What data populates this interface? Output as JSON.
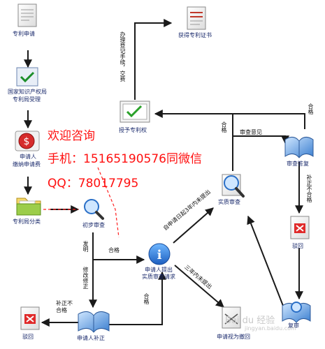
{
  "nodes": {
    "apply": "专利申请",
    "accept_line1": "国家知识产权局",
    "accept_line2": "专利局受理",
    "fee_line1": "申请人",
    "fee_line2": "缴纳申请费",
    "classify": "专利局分类",
    "prelim": "初步审查",
    "reject_left": "驳回",
    "supplement": "申请人补正",
    "request_line1": "申请人提出",
    "request_line2": "实质审查请求",
    "withdrawn": "申请视为撤回",
    "substantive": "实质审查",
    "grant": "授予专利权",
    "certificate": "获得专利证书",
    "reply": "审查答复",
    "reject_right": "驳回",
    "reexam": "复审"
  },
  "edges": {
    "register": "办理登记手续，交费",
    "qualified_grant": "合格",
    "opinion": "审查意见",
    "qualified_reply": "合格",
    "supplement_fail": "补正不合格",
    "invention": "发明",
    "qualified_prelim": "合格",
    "amend": "修改修正",
    "supp_fail_left": "补正不合格",
    "qualified_supp": "合格",
    "within3": "自申请日起3年内未提出",
    "within3_line2": "内未提出",
    "over3": "三年内未提出"
  },
  "advert": {
    "line1": "欢迎咨询",
    "line2": "手机：15165190576同微信",
    "line3": "QQ：78017795"
  },
  "watermark": "Bai du 经验",
  "watermark_sub": "jingyan.baidu.com",
  "colors": {
    "arrow": "#1a1a1a",
    "label": "#1a2a6c",
    "advert": "#ff1010",
    "dashed": "#ff2020"
  }
}
